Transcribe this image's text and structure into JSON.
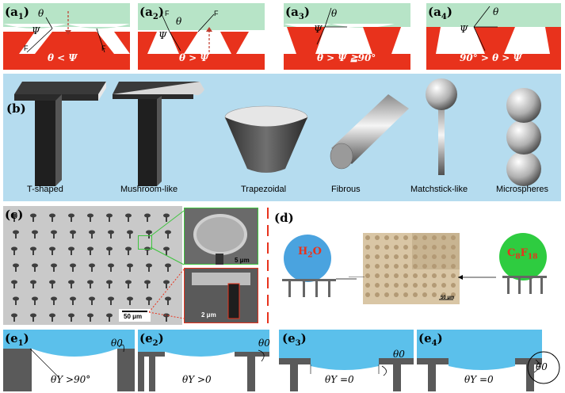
{
  "row_a": {
    "panels": [
      {
        "label": "a",
        "sub": "1",
        "condition": "θ < Ψ"
      },
      {
        "label": "a",
        "sub": "2",
        "condition": "θ > Ψ"
      },
      {
        "label": "a",
        "sub": "3",
        "condition": "θ > Ψ ≧90°"
      },
      {
        "label": "a",
        "sub": "4",
        "condition": "90° > θ > Ψ"
      }
    ],
    "theta": "θ",
    "psi": "Ψ",
    "force": "F",
    "colors": {
      "liquid": "#b7e4c7",
      "solid": "#e8321c",
      "arrow": "#c0392b"
    }
  },
  "row_b": {
    "label": "b",
    "shapes": [
      "T-shaped",
      "Mushroom-like",
      "Trapezoidal",
      "Fibrous",
      "Matchstick-like",
      "Microspheres"
    ],
    "colors": {
      "background": "#b5dcef"
    }
  },
  "row_c": {
    "label": "c",
    "scale_main": "50 μm",
    "scale_top": "5 μm",
    "scale_bottom": "2 μm"
  },
  "row_d": {
    "label": "d",
    "water_main": "H",
    "water_sub": "2",
    "water_tail": "O",
    "fluoro_c": "C",
    "fluoro_c_sub": "8",
    "fluoro_f": "F",
    "fluoro_f_sub": "18",
    "scale": "50 μm",
    "colors": {
      "water": "#4aa3df",
      "fluoro": "#2ecc40",
      "text": "#e8321c"
    }
  },
  "row_e": {
    "panels": [
      {
        "label": "e",
        "sub": "1",
        "theta0": "θ0",
        "thetaY": "θY >90°"
      },
      {
        "label": "e",
        "sub": "2",
        "theta0": "θ0",
        "thetaY": "θY >0"
      },
      {
        "label": "e",
        "sub": "3",
        "theta0": "θ0",
        "thetaY": "θY =0"
      },
      {
        "label": "e",
        "sub": "4",
        "theta0": "θ0",
        "thetaY": "θY =0"
      }
    ],
    "colors": {
      "liquid": "#5bc0eb",
      "solid": "#5a5a5a"
    }
  }
}
